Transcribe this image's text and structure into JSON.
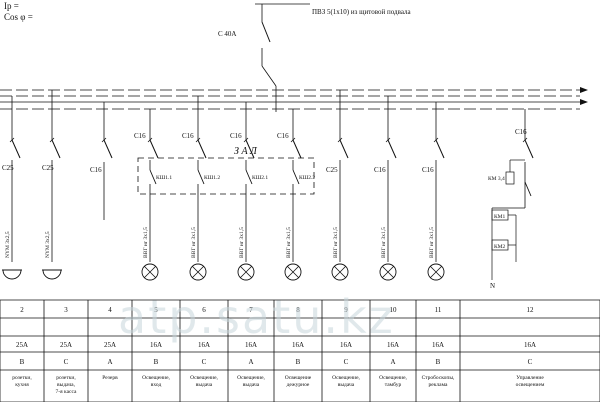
{
  "header": {
    "ip_label": "Ip =",
    "cos_label": "Cos φ =",
    "feeder_label": "ПВЗ 5(1х10) из щитовой подвала",
    "main_breaker": "С 40А"
  },
  "zone_label": "З А Л",
  "watermark": "atp.satu.kz",
  "groups": [
    {
      "breaker": "C25",
      "cable": "NYM 3х2,5",
      "load": "socket"
    },
    {
      "breaker": "C25",
      "cable": "NYM 3х2,5",
      "load": "socket"
    },
    {
      "breaker": "C16",
      "cable": "",
      "load": "none"
    },
    {
      "breaker": "C16",
      "cable": "ВВГ нг 3х1,5",
      "load": "lamp",
      "contact": "КШ1.1"
    },
    {
      "breaker": "C16",
      "cable": "ВВГ нг 3х1,5",
      "load": "lamp",
      "contact": "КШ1.2"
    },
    {
      "breaker": "C16",
      "cable": "ВВГ нг 3х1,5",
      "load": "lamp",
      "contact": "КШ2.1"
    },
    {
      "breaker": "C16",
      "cable": "ВВГ нг 3х1,5",
      "load": "lamp",
      "contact": "КШ2.2"
    },
    {
      "breaker": "C25",
      "cable": "ВВГ нг 3х1,5",
      "load": "lamp"
    },
    {
      "breaker": "C16",
      "cable": "ВВГ нг 3х1,5",
      "load": "lamp"
    },
    {
      "breaker": "C16",
      "cable": "ВВГ нг 3х1,5",
      "load": "lamp"
    },
    {
      "breaker": "C16",
      "cable": "",
      "load": "control"
    }
  ],
  "control": {
    "contactor": "КМ 3,4",
    "relay1": "КМ1",
    "relay2": "КМ2",
    "neutral": "N"
  },
  "table": {
    "numbers": [
      "2",
      "3",
      "4",
      "5",
      "6",
      "7",
      "8",
      "9",
      "10",
      "11",
      "12"
    ],
    "currents": [
      "25А",
      "25А",
      "25А",
      "16А",
      "16А",
      "16А",
      "16А",
      "16А",
      "16А",
      "16А",
      "16А"
    ],
    "phases": [
      "В",
      "С",
      "А",
      "В",
      "С",
      "А",
      "В",
      "С",
      "А",
      "В",
      "С"
    ],
    "purposes": [
      [
        "розетки,",
        "кухня"
      ],
      [
        "розетки,",
        "выдача,",
        "7-я касса"
      ],
      [
        "Резерв"
      ],
      [
        "Освещение,",
        "вход"
      ],
      [
        "Освещение,",
        "выдача"
      ],
      [
        "Освещение,",
        "выдача"
      ],
      [
        "Освещение",
        "дежурное"
      ],
      [
        "Освещение,",
        "выдача"
      ],
      [
        "Освещение,",
        "тамбур"
      ],
      [
        "Стробоскопы,",
        "реклама"
      ],
      [
        "Управление",
        "освещением"
      ]
    ]
  }
}
